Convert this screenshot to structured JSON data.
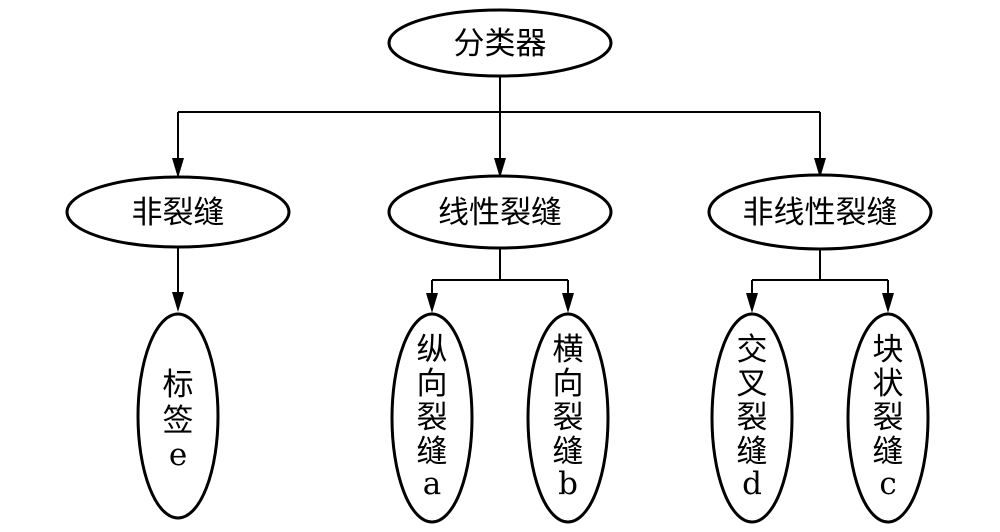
{
  "colors": {
    "stroke": "#000000",
    "fill": "#ffffff",
    "text": "#000000"
  },
  "root": {
    "label": "分类器"
  },
  "categories": [
    {
      "label": "非裂缝"
    },
    {
      "label": "线性裂缝"
    },
    {
      "label": "非线性裂缝"
    }
  ],
  "leaves": [
    {
      "chars": [
        "标",
        "签",
        "e"
      ]
    },
    {
      "chars": [
        "纵",
        "向",
        "裂",
        "缝",
        "a"
      ]
    },
    {
      "chars": [
        "横",
        "向",
        "裂",
        "缝",
        "b"
      ]
    },
    {
      "chars": [
        "交",
        "叉",
        "裂",
        "缝",
        "d"
      ]
    },
    {
      "chars": [
        "块",
        "状",
        "裂",
        "缝",
        "c"
      ]
    }
  ]
}
